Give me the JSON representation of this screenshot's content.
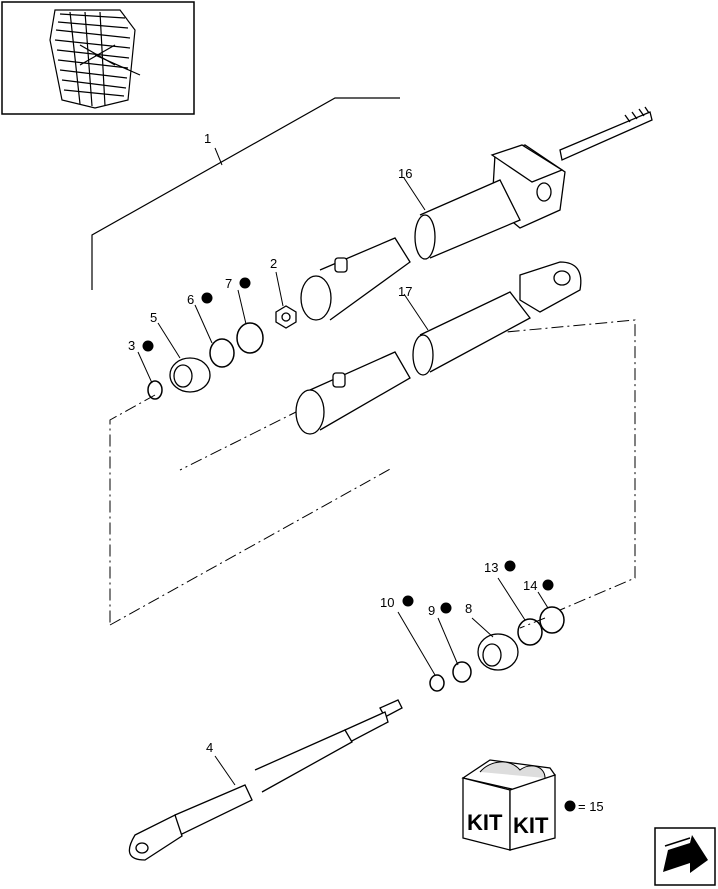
{
  "diagram": {
    "callouts": [
      {
        "id": "c1",
        "label": "1"
      },
      {
        "id": "c2",
        "label": "2"
      },
      {
        "id": "c3",
        "label": "3"
      },
      {
        "id": "c4",
        "label": "4"
      },
      {
        "id": "c5",
        "label": "5"
      },
      {
        "id": "c6",
        "label": "6"
      },
      {
        "id": "c7",
        "label": "7"
      },
      {
        "id": "c8",
        "label": "8"
      },
      {
        "id": "c9",
        "label": "9"
      },
      {
        "id": "c10",
        "label": "10"
      },
      {
        "id": "c13",
        "label": "13"
      },
      {
        "id": "c14",
        "label": "14"
      },
      {
        "id": "c16",
        "label": "16"
      },
      {
        "id": "c17",
        "label": "17"
      }
    ],
    "kit": {
      "label_left": "KIT",
      "label_right": "KIT",
      "legend_text": "= 15"
    },
    "icons": [
      "thumbnail-machine-icon",
      "kit-box-icon",
      "navigate-next-icon",
      "kit-bullet-icon"
    ]
  }
}
